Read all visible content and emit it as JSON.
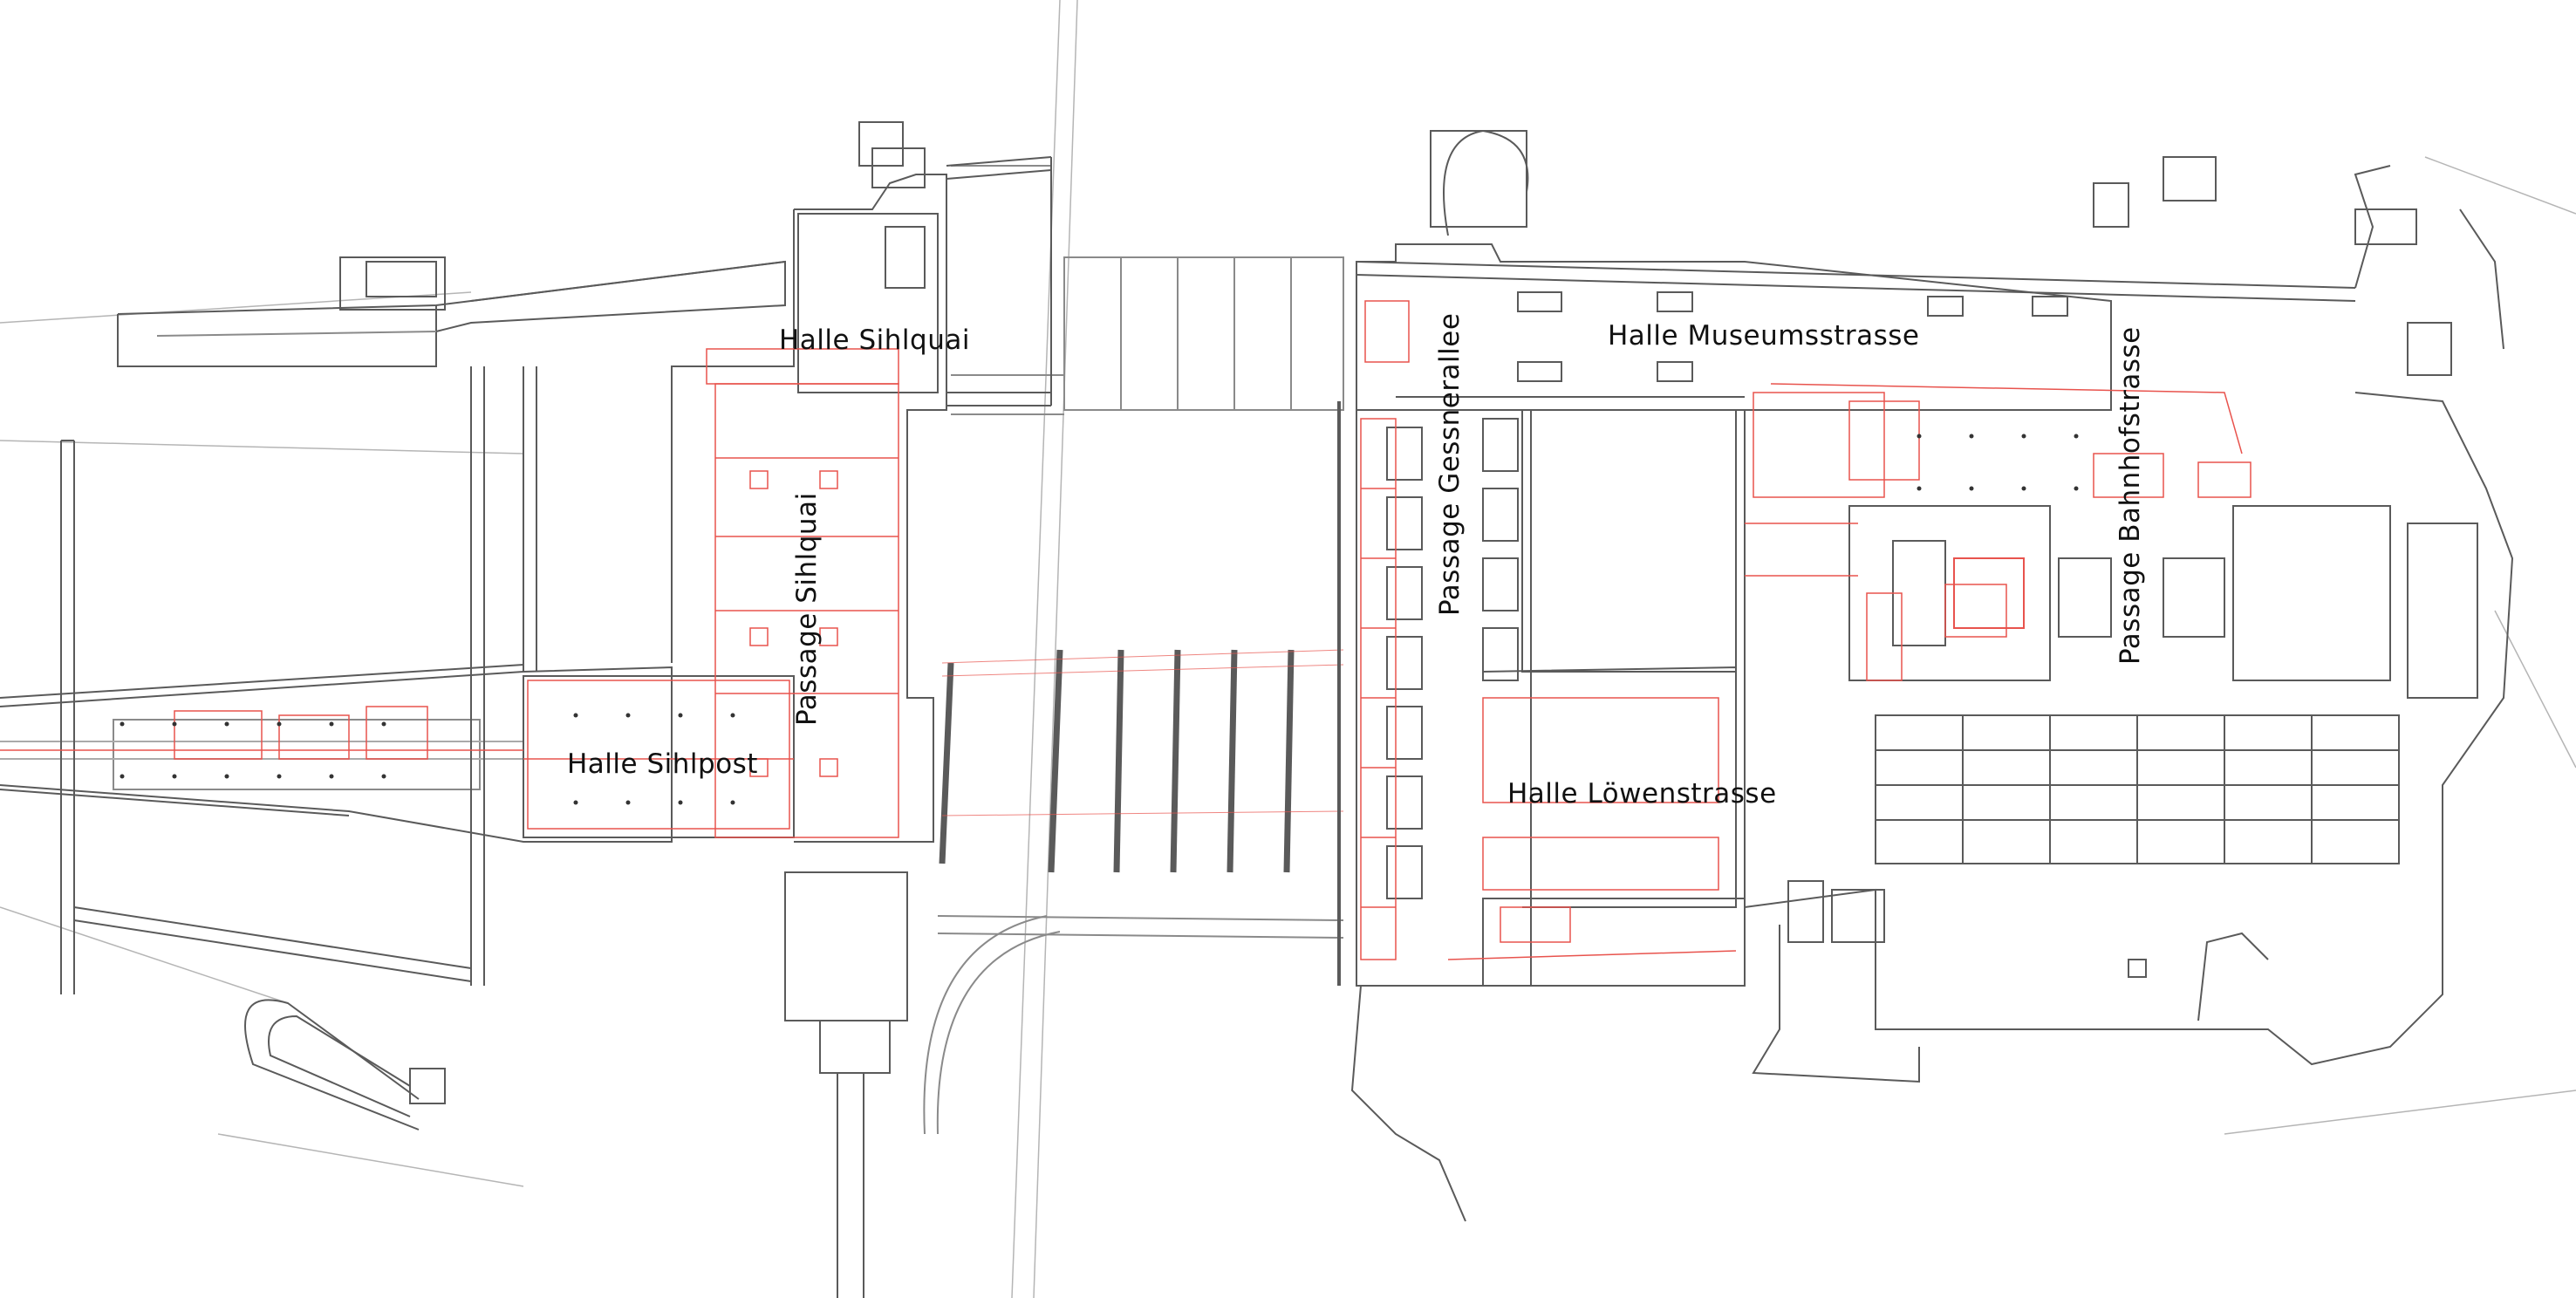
{
  "labels": {
    "halle_sihlquai": "Halle Sihlquai",
    "passage_sihlquai": "Passage Sihlquai",
    "halle_sihlpost": "Halle Sihlpost",
    "passage_gessnerallee": "Passage Gessnerallee",
    "halle_museumsstrasse": "Halle Museumsstrasse",
    "halle_loewenstrasse": "Halle Löwenstrasse",
    "passage_bahnhofstrasse": "Passage Bahnhofstrasse"
  },
  "colors": {
    "existing_structure": "#5a5a5a",
    "new_structure": "#e8534d",
    "light_lines": "#9a9a9a",
    "text": "#111111"
  }
}
